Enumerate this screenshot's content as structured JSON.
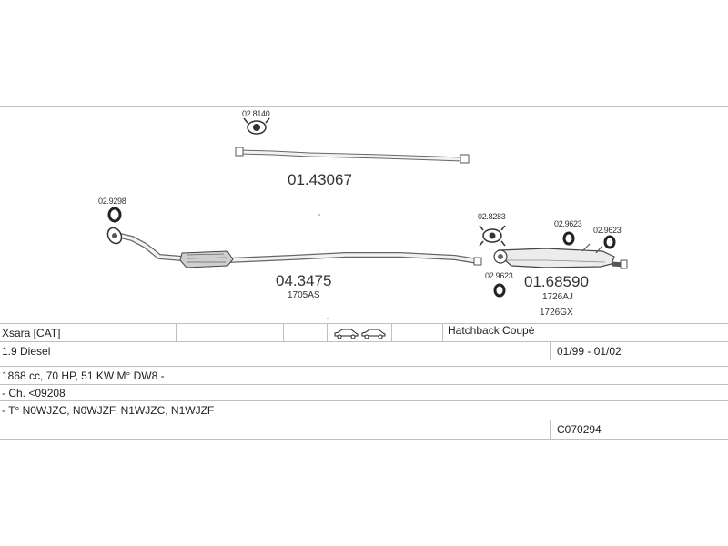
{
  "diagram": {
    "part_numbers": {
      "tail_pipe": "01.43067",
      "front_pipe": "04.3475",
      "rear_silencer": "01.68590"
    },
    "oe_codes": {
      "front_pipe": "1705AS",
      "rear_silencer_1": "1726AJ",
      "rear_silencer_2": "1726GX"
    },
    "fittings": {
      "tail_clamp": "02.8140",
      "front_gasket": "02.9298",
      "rear_clamp": "02.8283",
      "rear_hanger_1": "02.9623",
      "rear_hanger_2": "02.9623",
      "rear_hanger_3": "02.9623"
    }
  },
  "table": {
    "model": "Xsara  [CAT]",
    "body_type": "Hatchback Coupè",
    "engine": "1.9 Diesel",
    "production_dates": "01/99 - 01/02",
    "specs": "1868 cc, 70 HP, 51 KW M° DW8 -",
    "chassis": "- Ch. <09208",
    "type_codes": "- T° N0WJZC, N0WJZF, N1WJZC, N1WJZF",
    "catalog_code": "C070294"
  }
}
